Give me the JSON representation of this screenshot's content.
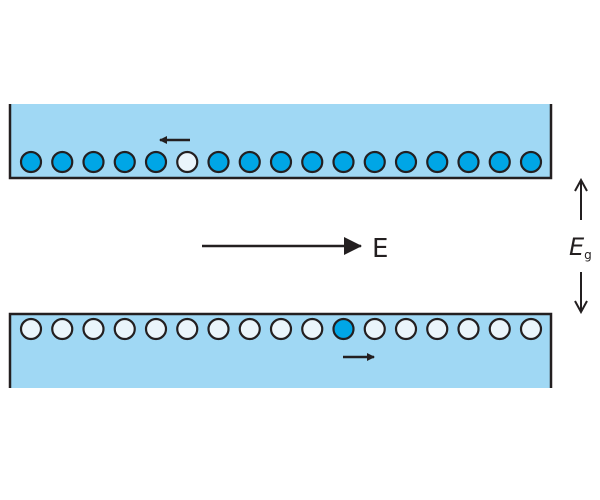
{
  "colors": {
    "band": "#a0d8f4",
    "filled": "#00a6e6",
    "empty": "#eaf5fb",
    "stroke": "#231f20"
  },
  "conduction_band": {
    "occupancy": [
      1,
      1,
      1,
      1,
      1,
      0,
      1,
      1,
      1,
      1,
      1,
      1,
      1,
      1,
      1,
      1,
      1
    ],
    "motion_arrow": "left"
  },
  "valence_band": {
    "occupancy": [
      0,
      0,
      0,
      0,
      0,
      0,
      0,
      0,
      0,
      0,
      1,
      0,
      0,
      0,
      0,
      0,
      0
    ],
    "motion_arrow": "right"
  },
  "field": {
    "label": "E"
  },
  "gap": {
    "label": "E",
    "subscript": "g"
  }
}
